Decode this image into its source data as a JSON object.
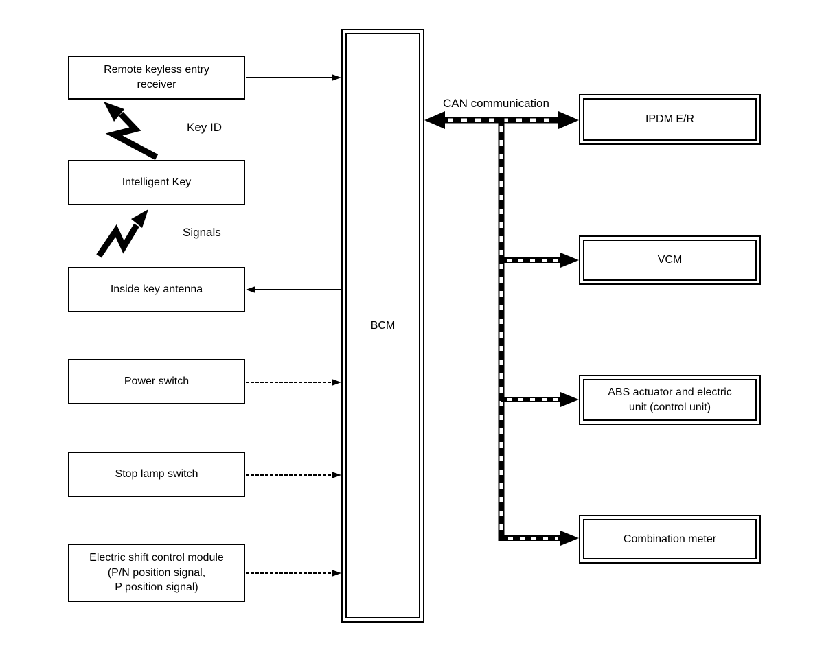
{
  "labels": {
    "key_id": "Key ID",
    "signals": "Signals",
    "can_communication": "CAN communication"
  },
  "left_nodes": [
    {
      "label": "Remote keyless entry\nreceiver"
    },
    {
      "label": "Intelligent Key"
    },
    {
      "label": "Inside key antenna"
    },
    {
      "label": "Power switch"
    },
    {
      "label": "Stop lamp switch"
    },
    {
      "label": "Electric shift control module\n(P/N position signal,\nP position signal)"
    }
  ],
  "center_node": {
    "label": "BCM"
  },
  "right_nodes": [
    {
      "label": "IPDM E/R"
    },
    {
      "label": "VCM"
    },
    {
      "label": "ABS actuator and electric\nunit (control unit)"
    },
    {
      "label": "Combination meter"
    }
  ],
  "colors": {
    "line": "#000000",
    "background": "#ffffff",
    "text": "#000000"
  }
}
